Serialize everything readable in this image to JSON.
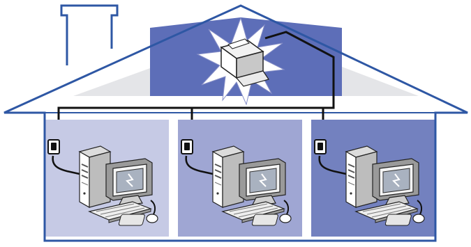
{
  "colors": {
    "outline": "#2e57a4",
    "attic": "#5d6eb8",
    "attic_side": "#e4e5e8",
    "room1": "#c6cae5",
    "room2": "#9fa6d3",
    "room3": "#7381bf",
    "wire": "#111111",
    "pc_body": "#f0f0f0",
    "pc_shade": "#8a8a8a",
    "screen": "#a9b2c0",
    "burst": "#ffffff"
  },
  "icons": {
    "house": "house-outline-icon",
    "chimney": "chimney-icon",
    "printer": "printer-icon",
    "computer": "desktop-computer-icon",
    "outlet": "wall-outlet-icon",
    "mouse": "mouse-icon",
    "keyboard": "keyboard-icon"
  },
  "rooms": [
    {
      "name": "room-left",
      "color": "#c6cae5"
    },
    {
      "name": "room-middle",
      "color": "#9fa6d3"
    },
    {
      "name": "room-right",
      "color": "#7381bf"
    }
  ]
}
